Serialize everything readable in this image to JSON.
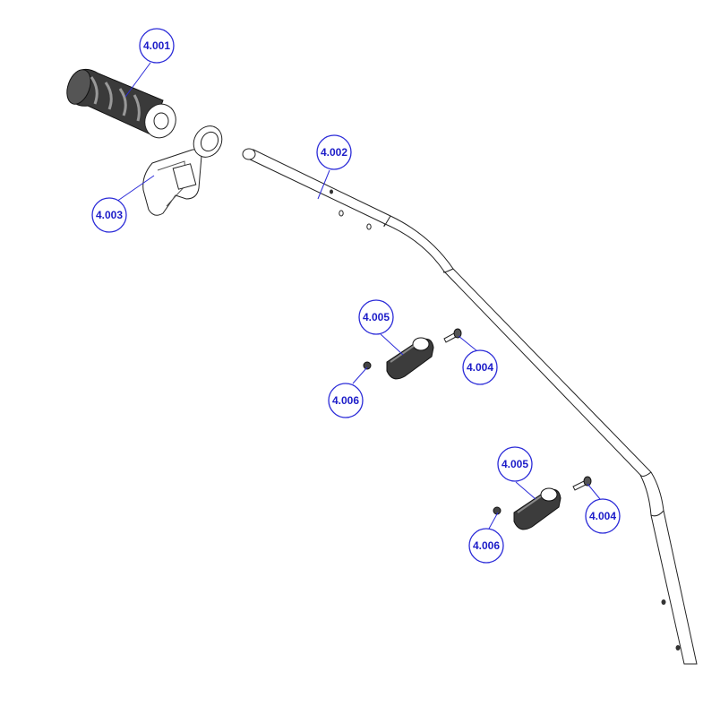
{
  "callouts": [
    {
      "id": "c1",
      "label": "4.001"
    },
    {
      "id": "c2",
      "label": "4.002"
    },
    {
      "id": "c3",
      "label": "4.003"
    },
    {
      "id": "c4",
      "label": "4.005"
    },
    {
      "id": "c5",
      "label": "4.004"
    },
    {
      "id": "c6",
      "label": "4.006"
    },
    {
      "id": "c7",
      "label": "4.005"
    },
    {
      "id": "c8",
      "label": "4.004"
    },
    {
      "id": "c9",
      "label": "4.006"
    }
  ],
  "colors": {
    "callout": "#1c1cc8",
    "line": "#222222"
  }
}
